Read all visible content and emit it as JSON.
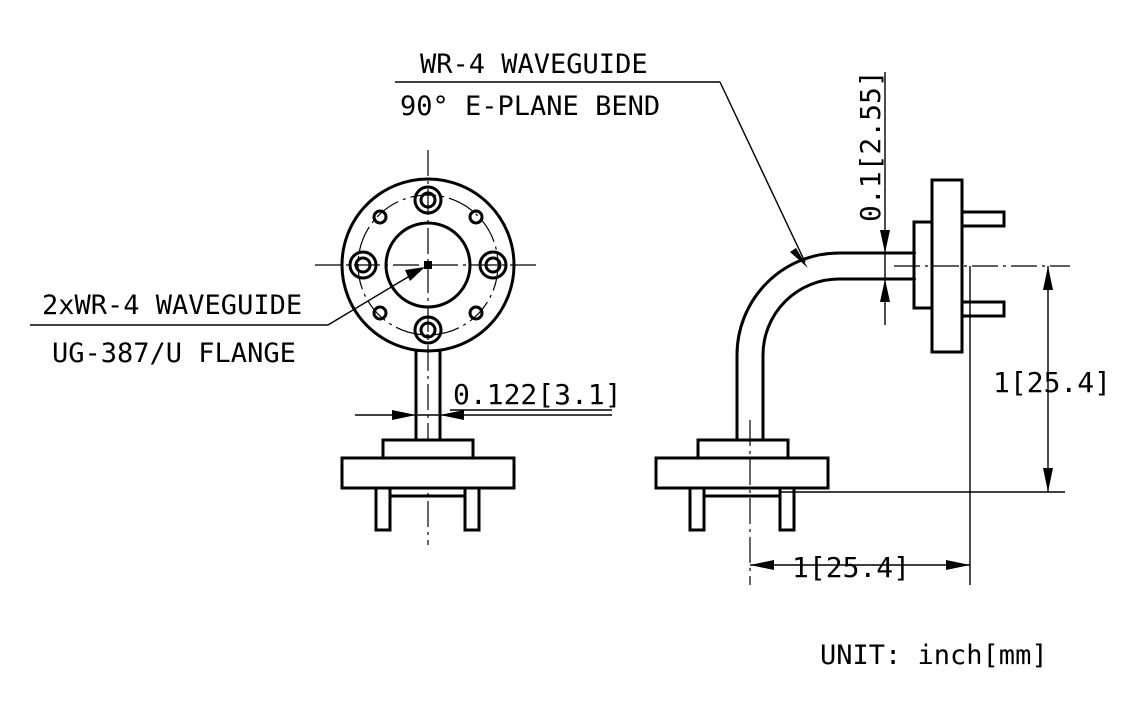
{
  "labels": {
    "bend_title_line1": "WR-4 WAVEGUIDE",
    "bend_title_line2": "90° E-PLANE BEND",
    "flange_line1": "2xWR-4 WAVEGUIDE",
    "flange_line2": "UG-387/U FLANGE",
    "unit": "UNIT: inch[mm]"
  },
  "dimensions": {
    "wall_thickness": "0.122[3.1]",
    "flange_gap": "0.1[2.55]",
    "vertical_offset": "1[25.4]",
    "horizontal_offset": "1[25.4]"
  }
}
